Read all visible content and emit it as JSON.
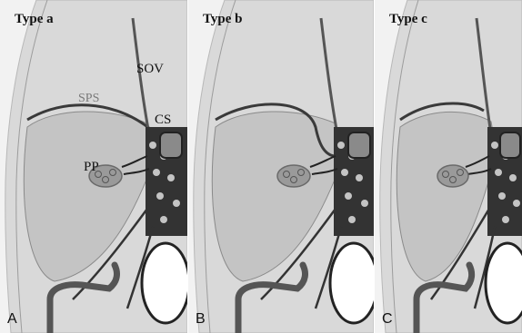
{
  "panels": [
    {
      "title": "Type a",
      "letter": "A"
    },
    {
      "title": "Type b",
      "letter": "B"
    },
    {
      "title": "Type c",
      "letter": "C"
    }
  ],
  "labels": {
    "sps": "SPS",
    "sov": "SOV",
    "cs": "CS",
    "pp": "PP"
  }
}
